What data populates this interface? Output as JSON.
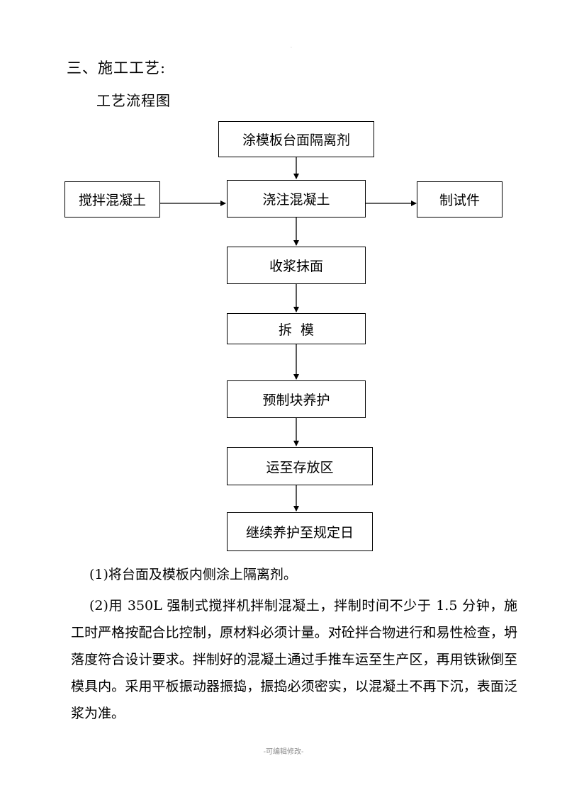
{
  "section": {
    "heading": "三、施工工艺:",
    "subheading": "工艺流程图"
  },
  "flowchart": {
    "top": "涂模板台面隔离剂",
    "left": "搅拌混凝土",
    "center": "浇注混凝土",
    "right": "制试件",
    "steps": [
      "收浆抹面",
      "拆  模",
      "预制块养护",
      "运至存放区",
      "继续养护至规定日"
    ]
  },
  "paragraphs": [
    "(1)将台面及模板内侧涂上隔离剂。",
    "(2)用 350L 强制式搅拌机拌制混凝土，拌制时间不少于 1.5 分钟，施工时严格按配合比控制，原材料必须计量。对砼拌合物进行和易性检查，坍落度符合设计要求。拌制好的混凝土通过手推车运至生产区，再用铁锹倒至模具内。采用平板振动器振捣，振捣必须密实，以混凝土不再下沉，表面泛浆为准。"
  ],
  "footer": "-可编辑修改-"
}
